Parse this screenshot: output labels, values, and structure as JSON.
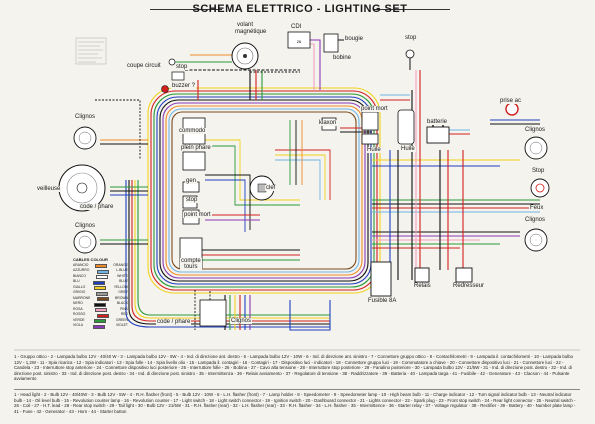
{
  "title": "SCHEMA ELETTRICO - LIGHTING SET",
  "labels": {
    "volant": "volant",
    "magnetique": "magnétique",
    "cdi": "CDI",
    "bougie": "bougie",
    "bobine": "bobine",
    "stop_top": "stop",
    "stop_left": "stop",
    "coupe_circuit": "coupe circuit",
    "buzzer": "buzzer ?",
    "prise_ac": "prise ac",
    "clignos_tl": "Clignos",
    "clignos_tr": "Clignos",
    "clignos_bl": "Clignos",
    "clignos_br": "Clignos",
    "clignos_bottom": "Clignos",
    "veilleuse": "veilleuse",
    "code_phare_left": "code / phare",
    "code_phare_bottom": "code / phare",
    "commodo": "commodo",
    "plein_phare": "plein phare",
    "gen": "gen",
    "stop_mid": "stop",
    "point_mort_mid": "point mort",
    "compte_tours": "compte\ntours",
    "clef": "clef",
    "klaxon": "klaxon",
    "point_mort_right": "point mort",
    "huile_mid": "Huile",
    "huile_right": "Huile",
    "batterie": "batterie",
    "stop_right": "Stop",
    "feux": "Feux",
    "relais": "Relais",
    "redresseur": "Redresseur",
    "fusible": "Fusible 8A"
  },
  "legend": {
    "title": "CABLES COLOUR",
    "rows": [
      {
        "it": "ARANCIO",
        "en": "ORANGE",
        "color": "#f08a24"
      },
      {
        "it": "AZZURRO",
        "en": "L.BLUE",
        "color": "#6fb6e8"
      },
      {
        "it": "BIANCO",
        "en": "WHITE",
        "color": "#ffffff"
      },
      {
        "it": "BLU",
        "en": "BLUE",
        "color": "#1f3fbf"
      },
      {
        "it": "GIALLO",
        "en": "YELLOW",
        "color": "#f2d21b"
      },
      {
        "it": "GRIGIO",
        "en": "GREY",
        "color": "#9a9a9a"
      },
      {
        "it": "MARRONE",
        "en": "BROWN",
        "color": "#7a4a1e"
      },
      {
        "it": "NERO",
        "en": "BLACK",
        "color": "#111111"
      },
      {
        "it": "ROSA",
        "en": "PINK",
        "color": "#f4a0c0"
      },
      {
        "it": "ROSSO",
        "en": "RED",
        "color": "#d21f1f"
      },
      {
        "it": "VERDE",
        "en": "GREEN",
        "color": "#2a9a3a"
      },
      {
        "it": "VIOLA",
        "en": "VIOLET",
        "color": "#8a3ab5"
      }
    ]
  },
  "caption_it": "1 - Gruppo ottico - 2 - Lampada bulbo 12V - 40/40 W - 3 - Lampada bulbo 12V - 5W - 4 - Ind. di direzione ant. destro - 5 - Lampada bulbo 12V - 10W - 6 - Ind. di direzione ant. sinistro - 7 - Connettore gruppo ottico - 8 - Contachilometri - 9 - Lampada il. contachilometri - 10 - Lampada bulbo 12V - 1,2W - 11 - Spia ricarica - 12 - Spia indicatori - 13 - Spia folle - 14 - Spia livello olio - 15 - Lampada il. contagiri - 16 - Contagiri - 17 - Dispositivo luci - indicatori - 18 - Connettore gruppo luci - 19 - Commutatore a chiave - 20 - Connettore dispositivo luci - 21 - Connettore luci - 22 - Candela - 23 - Interruttore stop anteriore - 24 - Connettore dispositivo luci posteriore - 25 - Interruttore folle - 26 - Bobina - 27 - Cavo alta tensione - 28 - Interruttore stop posteriore - 29 - Fanalino posteriore - 30 - Lampada bulbo 12V - 21/5W - 31 - Ind. di direzione post. destro - 32 - Ind. di direzione post. sinistro - 33 - Ind. di direzione post. destro - 34 - Ind. di direzione post. sinistro - 35 - Intermittenza - 36 - Relais avviamento - 37 - Regolatore di tensione - 38 - Raddrizzatore - 39 - Batteria - 40 - Lampada targa - 41 - Fusibile - 42 - Generatore - 43 - Clacson - 44 - Pulsante avviamento",
  "caption_en": "1 - Head light - 2 - Bulb 12V - 40/40W - 3 - Bulb 12V - 5W - 4 - R.H. flasher (front) - 5 - Bulb 12V - 10W - 6 - L.H. flasher (front) - 7 - Lamp holder - 8 - Speedometer - 9 - Speedometer lamp - 10 - High beam bulb - 11 - Charge indicator - 12 - Turn signal indicator bulb - 13 - Neutral indicator bulb - 14 - Oil level bulb - 15 - Revolution counter lamp - 16 - Revolution counter - 17 - Light switch - 18 - Light switch connector - 19 - Ignition switch - 20 - Dashboard connector - 21 - Lights connector - 22 - Spark plug - 23 - Front stop switch - 24 - Rear light connector - 25 - Neutral switch - 26 - Coil - 27 - H.T. lead - 28 - Rear stop switch - 29 - Tail light - 30 - Bulb 12V - 21/5W - 31 - R.H. flasher (rear) - 32 - L.H. flasher (rear) - 33 - R.H. flasher - 34 - L.H. flasher - 35 - Intermittence - 36 - Starter relay - 37 - Voltage regulator - 38 - Rectifier - 39 - Battery - 40 - Number plate lamp - 41 - Fuse - 42 - Generator - 43 - Horn - 44 - Starter button"
}
